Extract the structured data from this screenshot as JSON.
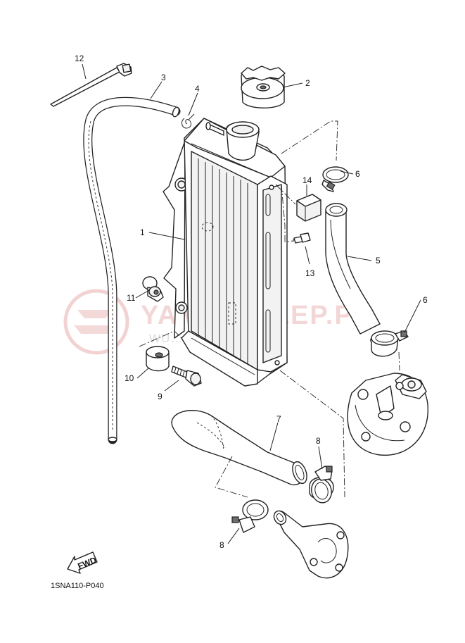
{
  "diagram_code": "1SNA110-P040",
  "fwd_label": "FWD",
  "watermark": {
    "text": "YAMA-SKLEP.PL",
    "subtext": "WU… DEALER YAM…",
    "color": "#e9b4b4"
  },
  "callouts": {
    "c1": "1",
    "c2": "2",
    "c3": "3",
    "c4": "4",
    "c5": "5",
    "c6a": "6",
    "c6b": "6",
    "c7": "7",
    "c8a": "8",
    "c8b": "8",
    "c9": "9",
    "c10": "10",
    "c11": "11",
    "c12": "12",
    "c13": "13",
    "c14": "14"
  }
}
